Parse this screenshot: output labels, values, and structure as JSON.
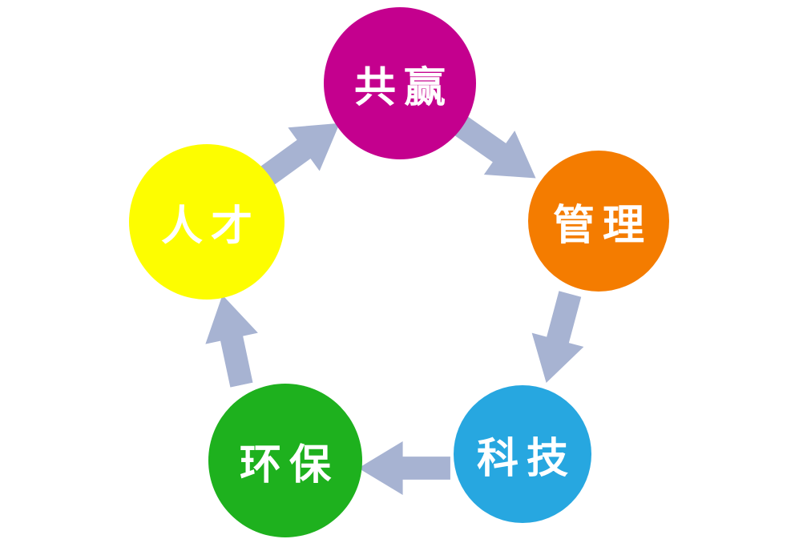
{
  "diagram": {
    "type": "cycle",
    "background": "#ffffff",
    "arrow_color": "#a7b3d2",
    "nodes": [
      {
        "id": "winwin",
        "label": "共赢",
        "color": "#c4008e"
      },
      {
        "id": "management",
        "label": "管理",
        "color": "#f47c00"
      },
      {
        "id": "technology",
        "label": "科技",
        "color": "#27a7e0"
      },
      {
        "id": "environment",
        "label": "环保",
        "color": "#1eb11e"
      },
      {
        "id": "talent",
        "label": "人才",
        "color": "#fdfd00"
      }
    ],
    "flow": [
      {
        "from": "talent",
        "to": "winwin"
      },
      {
        "from": "winwin",
        "to": "management"
      },
      {
        "from": "management",
        "to": "technology"
      },
      {
        "from": "technology",
        "to": "environment"
      },
      {
        "from": "environment",
        "to": "talent"
      }
    ]
  }
}
